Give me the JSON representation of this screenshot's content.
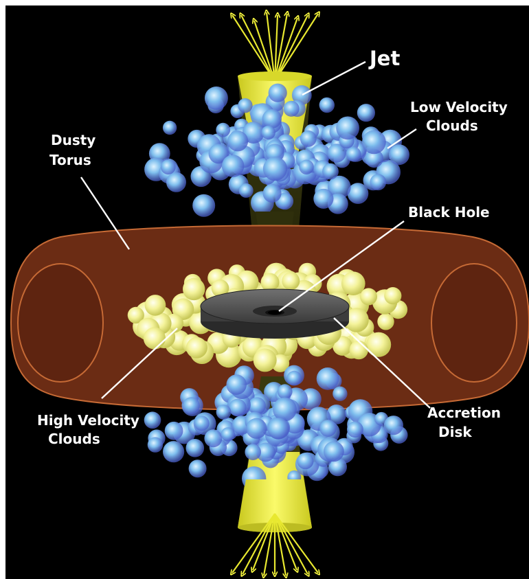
{
  "diagram": {
    "colors": {
      "background": "#000000",
      "frame": "#ffffff",
      "jet": "#f2f24a",
      "torus": "#6b2c14",
      "torus_outline": "#c66a35",
      "high_velocity_clouds": "#f4f38f",
      "low_velocity_clouds": "#6fa9e8",
      "accretion_disk": "#4f4f4f",
      "label_text": "#ffffff"
    },
    "labels": {
      "jet": "Jet",
      "low_velocity_line1": "Low Velocity",
      "low_velocity_line2": "Clouds",
      "dusty_line1": "Dusty",
      "dusty_line2": "Torus",
      "black_hole": "Black Hole",
      "high_velocity_line1": "High Velocity",
      "high_velocity_line2": "Clouds",
      "accretion_line1": "Accretion",
      "accretion_line2": "Disk"
    }
  }
}
